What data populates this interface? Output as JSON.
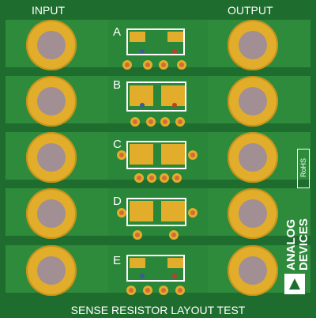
{
  "board": {
    "input_label": "INPUT",
    "output_label": "OUTPUT",
    "bottom_text": "SENSE RESISTOR LAYOUT TEST",
    "rohs_label": "RoHS",
    "brand": {
      "line1": "ANALOG",
      "line2": "DEVICES"
    },
    "rows": [
      {
        "label": "A"
      },
      {
        "label": "B"
      },
      {
        "label": "C"
      },
      {
        "label": "D"
      },
      {
        "label": "E"
      }
    ]
  }
}
